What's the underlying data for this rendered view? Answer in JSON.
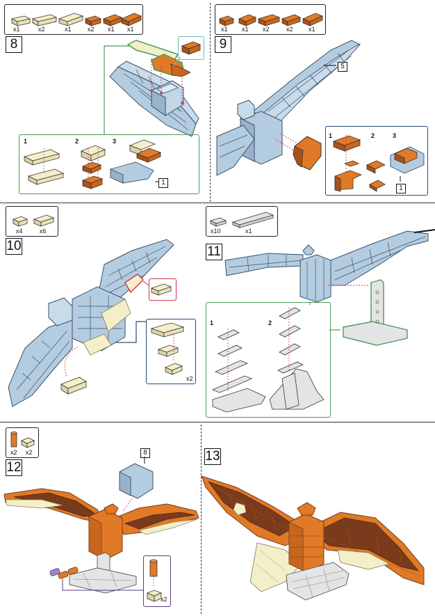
{
  "colors": {
    "blue": "#b4cce0",
    "blue_dark": "#6d8aa3",
    "orange": "#e07a26",
    "orange_dark": "#a9521a",
    "cream": "#f4efc8",
    "cream_dark": "#bdb58a",
    "brown": "#7a3a1c",
    "gray": "#e4e4e4",
    "gray_dark": "#8a8a8a",
    "green": "#4a9a5a",
    "navy": "#2a4a7a",
    "red": "#d0334a",
    "purple": "#5a3a7a"
  },
  "steps": [
    {
      "number": "8",
      "parts": [
        "x1",
        "x2",
        "x1",
        "x2",
        "x1",
        "x1"
      ],
      "sub_steps": [
        "1",
        "2",
        "3"
      ],
      "callout": "1"
    },
    {
      "number": "9",
      "parts": [
        "x1",
        "x1",
        "x2",
        "x2",
        "x1"
      ],
      "sub_steps": [
        "1",
        "2",
        "3"
      ],
      "callouts": [
        "5",
        "1"
      ]
    },
    {
      "number": "10",
      "parts": [
        "x4",
        "x6"
      ],
      "detail_qty": "x2"
    },
    {
      "number": "11",
      "parts": [
        "x10",
        "x1"
      ],
      "sub_steps": [
        "1",
        "2"
      ]
    },
    {
      "number": "12",
      "parts": [
        "x2",
        "x2"
      ],
      "callout": "8",
      "detail_qty": "x2"
    },
    {
      "number": "13"
    }
  ]
}
